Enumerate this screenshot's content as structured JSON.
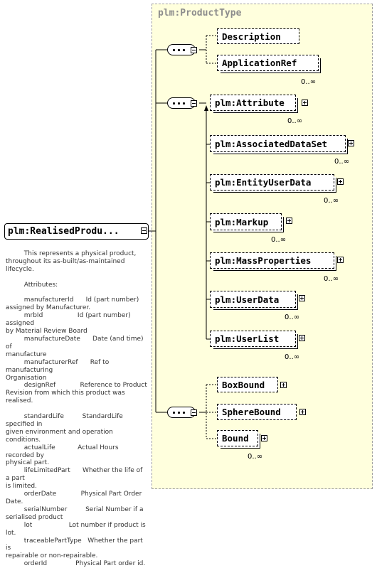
{
  "type_name": "plm:ProductType",
  "root": {
    "label": "plm:RealisedProdu..."
  },
  "elements": {
    "description": {
      "label": "Description"
    },
    "application_ref": {
      "label": "ApplicationRef",
      "cardinality": "0..∞"
    },
    "attribute": {
      "label": "plm:Attribute",
      "cardinality": "0..∞"
    },
    "associated_data_set": {
      "label": "plm:AssociatedDataSet",
      "cardinality": "0..∞"
    },
    "entity_user_data": {
      "label": "plm:EntityUserData",
      "cardinality": "0..∞"
    },
    "markup": {
      "label": "plm:Markup",
      "cardinality": "0..∞"
    },
    "mass_properties": {
      "label": "plm:MassProperties",
      "cardinality": "0..∞"
    },
    "user_data": {
      "label": "plm:UserData",
      "cardinality": "0..∞"
    },
    "user_list": {
      "label": "plm:UserList",
      "cardinality": "0..∞"
    },
    "box_bound": {
      "label": "BoxBound"
    },
    "sphere_bound": {
      "label": "SphereBound"
    },
    "bound": {
      "label": "Bound",
      "cardinality": "0..∞"
    }
  },
  "documentation": "         This represents a physical product,\nthroughout its as-built/as-maintained lifecycle.\n\n         Attributes:\n\n         manufacturerId      Id (part number)\nassigned by Manufacturer.\n         mrbId                 Id (part number) assigned\nby Material Review Board\n         manufactureDate      Date (and time) of\nmanufacture\n         manufacturerRef      Ref to manufacturing\nOrganisation\n         designRef            Reference to Product\nRevision from which this product was realised.\n\n         standardLife         StandardLife specified in\ngiven environment and operation conditions.\n         actualLife           Actual Hours recorded by\nphysical part.\n         lifeLimitedPart      Whether the life of a part\nis limited.\n         orderDate            Physical Part Order\nDate.\n         serialNumber         Serial Number if a\nserialised product\n         lot                  Lot number if product is lot.\n         traceablePartType   Whether the part is\nrepairable or non-repairable.\n         orderId              Physical Part order id."
}
